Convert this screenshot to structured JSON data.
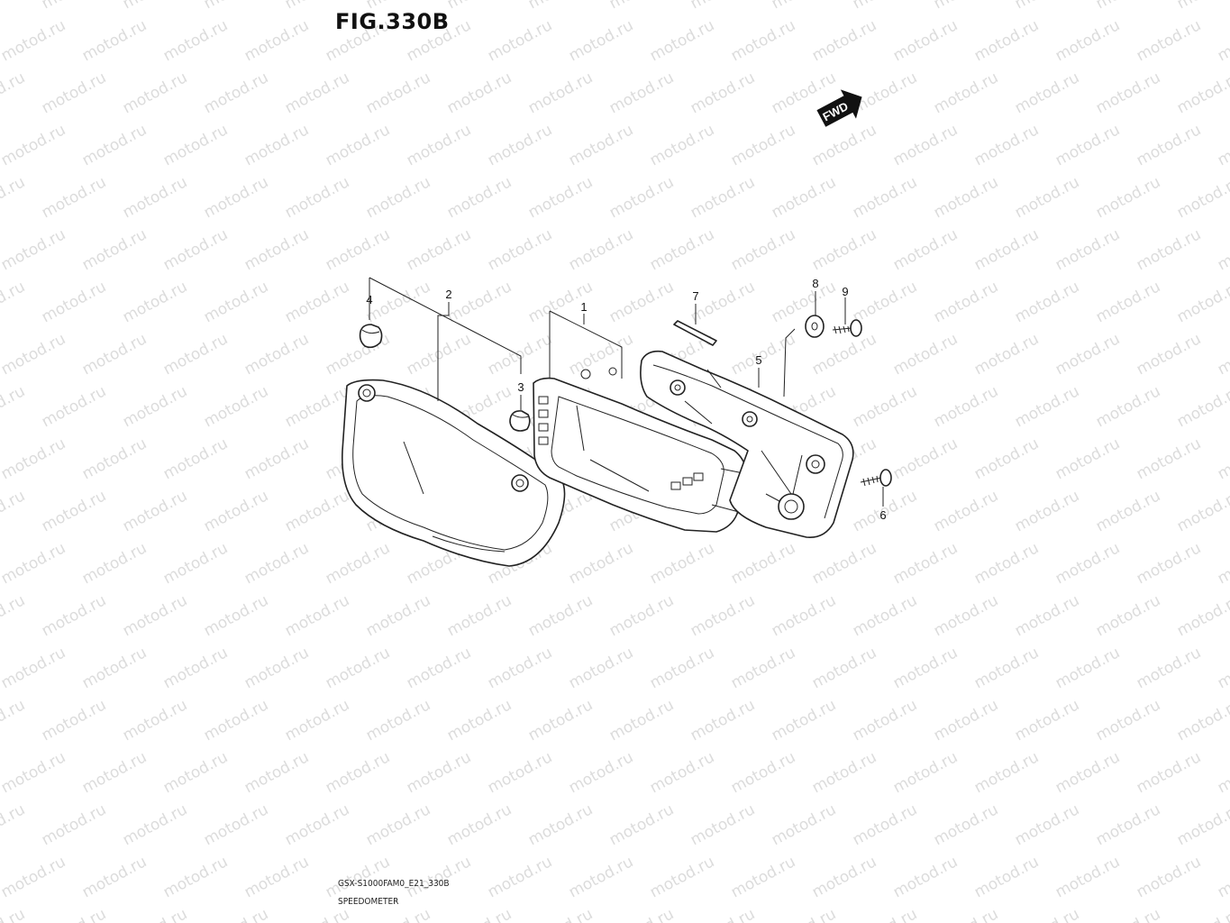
{
  "figure": {
    "title": "FIG.330B",
    "code": "GSX-S1000FAM0_E21_330B",
    "name": "SPEEDOMETER",
    "fwd_label": "FWD"
  },
  "watermark": {
    "text": "motod.ru"
  },
  "callouts": [
    "1",
    "2",
    "3",
    "4",
    "5",
    "6",
    "7",
    "8",
    "9"
  ],
  "icons": {
    "fwd_arrow": "fwd-arrow-icon"
  }
}
